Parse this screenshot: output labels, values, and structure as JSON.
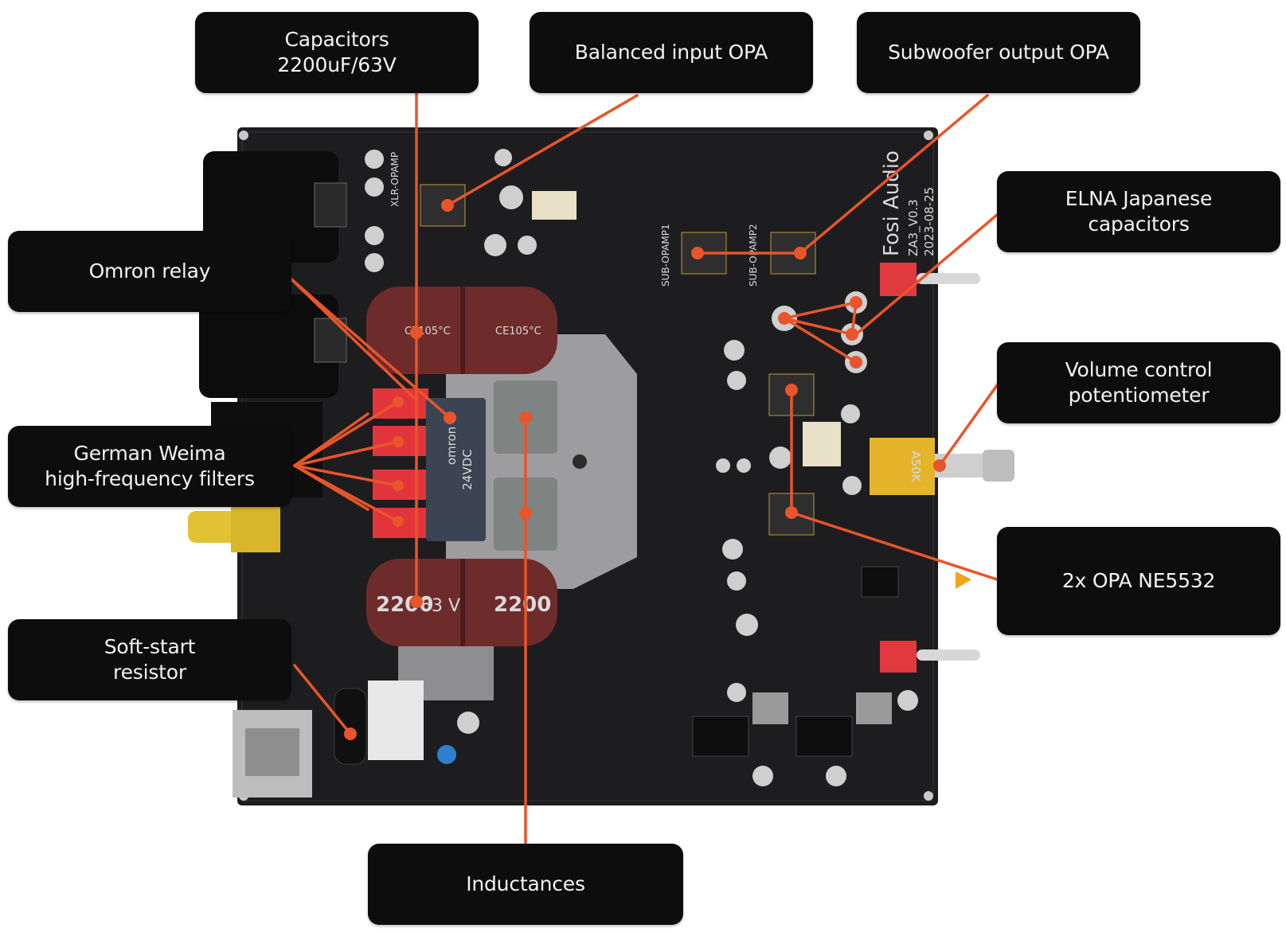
{
  "colors": {
    "accent": "#e8552a",
    "callout_bg": "#0d0d0d",
    "callout_text": "#f2f2f2",
    "pcb": "#1d1d1f",
    "capacitor": "#6e2b2b"
  },
  "labels": {
    "capacitors": {
      "line1": "Capacitors",
      "line2": "2200uF/63V"
    },
    "balanced_input_opa": {
      "line1": "Balanced input OPA"
    },
    "subwoofer_output_opa": {
      "line1": "Subwoofer output OPA"
    },
    "elna_capacitors": {
      "line1": "ELNA Japanese",
      "line2": "capacitors"
    },
    "omron_relay": {
      "line1": "Omron relay"
    },
    "volume_potentiometer": {
      "line1": "Volume control",
      "line2": "potentiometer"
    },
    "weima_filters": {
      "line1": "German Weima",
      "line2": "high-frequency filters"
    },
    "opa_ne5532": {
      "line1": "2x  OPA NE5532"
    },
    "soft_start_resistor": {
      "line1": "Soft-start",
      "line2": "resistor"
    },
    "inductances": {
      "line1": "Inductances"
    }
  },
  "board": {
    "brand": "Fosi Audio",
    "model": "ZA3_V0.3",
    "date": "2023-08-25",
    "cap_upper_text": "CE105°C",
    "cap_lower_value": "2200",
    "cap_lower_voltage": "63 V",
    "relay_text": "omron",
    "relay_voltage": "24VDC",
    "pot_text": "A50K",
    "silk_xlr": "XLR-OPAMP",
    "silk_sub1": "SUB-OPAMP1",
    "silk_sub2": "SUB-OPAMP2"
  }
}
